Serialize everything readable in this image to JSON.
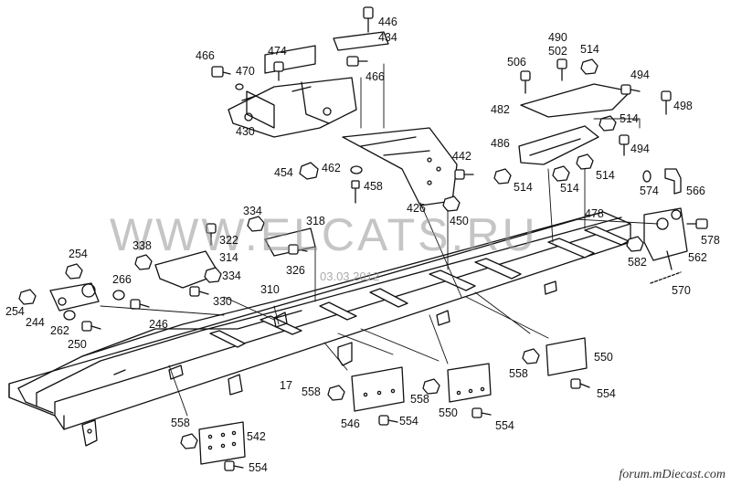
{
  "watermark": {
    "text": "WWW.ELCATS.RU",
    "date": "03.03.2012"
  },
  "footer": {
    "text": "forum.mDiecast.com"
  },
  "labels": [
    {
      "id": "p446",
      "text": "446"
    },
    {
      "id": "p434",
      "text": "434"
    },
    {
      "id": "p474",
      "text": "474"
    },
    {
      "id": "p466a",
      "text": "466"
    },
    {
      "id": "p470",
      "text": "470"
    },
    {
      "id": "p466b",
      "text": "466"
    },
    {
      "id": "p430",
      "text": "430"
    },
    {
      "id": "p454",
      "text": "454"
    },
    {
      "id": "p462",
      "text": "462"
    },
    {
      "id": "p458",
      "text": "458"
    },
    {
      "id": "p442",
      "text": "442"
    },
    {
      "id": "p426",
      "text": "426"
    },
    {
      "id": "p450",
      "text": "450"
    },
    {
      "id": "p490",
      "text": "490"
    },
    {
      "id": "p502",
      "text": "502"
    },
    {
      "id": "p514a",
      "text": "514"
    },
    {
      "id": "p506",
      "text": "506"
    },
    {
      "id": "p494a",
      "text": "494"
    },
    {
      "id": "p498",
      "text": "498"
    },
    {
      "id": "p482",
      "text": "482"
    },
    {
      "id": "p514b",
      "text": "514"
    },
    {
      "id": "p486",
      "text": "486"
    },
    {
      "id": "p494b",
      "text": "494"
    },
    {
      "id": "p514c",
      "text": "514"
    },
    {
      "id": "p514d",
      "text": "514"
    },
    {
      "id": "p514e",
      "text": "514"
    },
    {
      "id": "p574",
      "text": "574"
    },
    {
      "id": "p566",
      "text": "566"
    },
    {
      "id": "p478",
      "text": "478"
    },
    {
      "id": "p578",
      "text": "578"
    },
    {
      "id": "p562",
      "text": "562"
    },
    {
      "id": "p582",
      "text": "582"
    },
    {
      "id": "p570",
      "text": "570"
    },
    {
      "id": "p334a",
      "text": "334"
    },
    {
      "id": "p318",
      "text": "318"
    },
    {
      "id": "p322",
      "text": "322"
    },
    {
      "id": "p314",
      "text": "314"
    },
    {
      "id": "p334b",
      "text": "334"
    },
    {
      "id": "p326",
      "text": "326"
    },
    {
      "id": "p330",
      "text": "330"
    },
    {
      "id": "p310",
      "text": "310"
    },
    {
      "id": "p254a",
      "text": "254"
    },
    {
      "id": "p338",
      "text": "338"
    },
    {
      "id": "p266",
      "text": "266"
    },
    {
      "id": "p254b",
      "text": "254"
    },
    {
      "id": "p244",
      "text": "244"
    },
    {
      "id": "p262",
      "text": "262"
    },
    {
      "id": "p250",
      "text": "250"
    },
    {
      "id": "p246",
      "text": "246"
    },
    {
      "id": "p17",
      "text": "17"
    },
    {
      "id": "p558a",
      "text": "558"
    },
    {
      "id": "p550a",
      "text": "550"
    },
    {
      "id": "p558b",
      "text": "558"
    },
    {
      "id": "p554a",
      "text": "554"
    },
    {
      "id": "p558c",
      "text": "558"
    },
    {
      "id": "p558d",
      "text": "558"
    },
    {
      "id": "p546",
      "text": "546"
    },
    {
      "id": "p554b",
      "text": "554"
    },
    {
      "id": "p550b",
      "text": "550"
    },
    {
      "id": "p554c",
      "text": "554"
    },
    {
      "id": "p558e",
      "text": "558"
    },
    {
      "id": "p542",
      "text": "542"
    },
    {
      "id": "p554d",
      "text": "554"
    }
  ]
}
